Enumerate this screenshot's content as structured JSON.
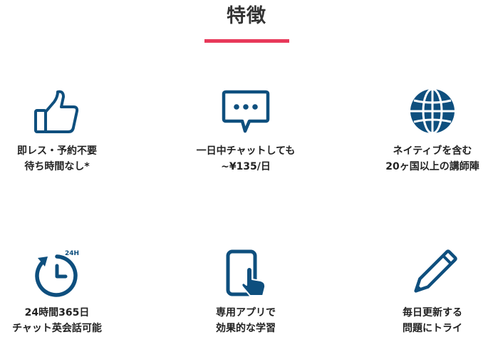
{
  "section": {
    "title": "特徴",
    "accent_color": "#e8395a",
    "icon_color": "#0e4f7e"
  },
  "features": [
    {
      "icon": "thumbs-up-icon",
      "line1": "即レス・予約不要",
      "line2": "待ち時間なし*"
    },
    {
      "icon": "chat-bubble-icon",
      "line1": "一日中チャットしても",
      "line2": "~¥135/日"
    },
    {
      "icon": "globe-icon",
      "line1": "ネイティブを含む",
      "line2": "20ヶ国以上の講師陣"
    },
    {
      "icon": "clock-24h-icon",
      "icon_text": "24H",
      "line1": "24時間365日",
      "line2": "チャット英会話可能"
    },
    {
      "icon": "smartphone-tap-icon",
      "line1": "専用アプリで",
      "line2": "効果的な学習"
    },
    {
      "icon": "pencil-icon",
      "line1": "毎日更新する",
      "line2": "問題にトライ"
    }
  ]
}
